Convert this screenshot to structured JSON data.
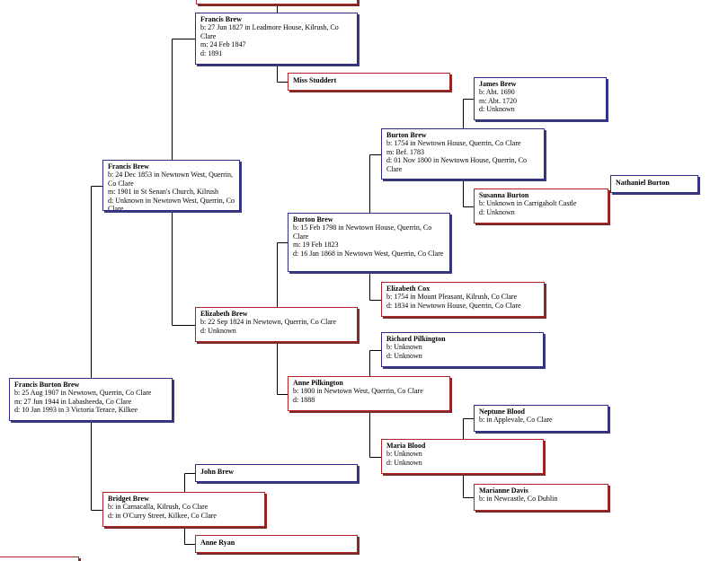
{
  "people": [
    {
      "id": "top-fragment",
      "sex": "female",
      "name": "",
      "facts": []
    },
    {
      "id": "francis-brew-1827",
      "sex": "male",
      "name": "Francis Brew",
      "facts": [
        "b: 27 Jun 1827 in Leadmore House, Kilrush, Co Clare",
        "m: 24 Feb 1847",
        "d: 1891"
      ]
    },
    {
      "id": "miss-studdert",
      "sex": "female",
      "name": "Miss Studdert",
      "facts": []
    },
    {
      "id": "james-brew",
      "sex": "male",
      "name": "James Brew",
      "facts": [
        "b: Abt. 1690",
        "m: Abt. 1720",
        "d: Unknown"
      ]
    },
    {
      "id": "burton-brew-1754",
      "sex": "male",
      "name": "Burton Brew",
      "facts": [
        "b: 1754 in Newtown House, Querrin, Co Clare",
        "m: Bef. 1783",
        "d: 01 Nov 1800 in Newtown House, Querrin, Co Clare"
      ]
    },
    {
      "id": "nathaniel-burton",
      "sex": "male",
      "name": "Nathaniel Burton",
      "facts": []
    },
    {
      "id": "susanna-burton",
      "sex": "female",
      "name": "Susanna Burton",
      "facts": [
        "b: Unknown in Carrigaholt Castle",
        "d: Unknown"
      ]
    },
    {
      "id": "francis-brew-1853",
      "sex": "male",
      "name": "Francis Brew",
      "facts": [
        "b: 24 Dec 1853 in Newtown West, Querrin, Co Clare",
        "m: 1901 in St Senan's Church, Kilrush",
        "d: Unknown in Newtown West, Querrin, Co Clare"
      ]
    },
    {
      "id": "burton-brew-1798",
      "sex": "male",
      "name": "Burton Brew",
      "facts": [
        "b: 15 Feb 1798 in Newtown House, Querrin, Co Clare",
        "m: 19 Feb 1823",
        "d: 16 Jan 1868 in Newtown West, Querrin, Co Clare"
      ]
    },
    {
      "id": "elizabeth-cox",
      "sex": "female",
      "name": "Elizabeth Cox",
      "facts": [
        "b: 1754 in Mount Pleasant, Kilrush, Co Clare",
        "d: 1834 in Newtown House, Querrin, Co Clare"
      ]
    },
    {
      "id": "elizabeth-brew",
      "sex": "female",
      "name": "Elizabeth Brew",
      "facts": [
        "b: 22 Sep 1824 in Newtown, Querrin, Co Clare",
        "d: Unknown"
      ]
    },
    {
      "id": "richard-pilkington",
      "sex": "male",
      "name": "Richard Pilkington",
      "facts": [
        "b: Unknown",
        "d: Unknown"
      ]
    },
    {
      "id": "francis-burton-brew",
      "sex": "male",
      "name": "Francis Burton Brew",
      "facts": [
        "b: 25 Aug 1907 in Newtown, Querrin, Co Clare",
        "m: 27 Jun 1944 in Labasheeda, Co Clare",
        "d: 10 Jan 1993 in 3 Victoria Terace, Kilkee"
      ]
    },
    {
      "id": "anne-pilkington",
      "sex": "female",
      "name": "Anne Pilkington",
      "facts": [
        "b: 1800 in Newtown West, Querrin, Co Clare",
        "d: 1888"
      ]
    },
    {
      "id": "neptune-blood",
      "sex": "male",
      "name": "Neptune Blood",
      "facts": [
        "b: in Applevale, Co Clare"
      ]
    },
    {
      "id": "maria-blood",
      "sex": "female",
      "name": "Maria Blood",
      "facts": [
        "b: Unknown",
        "d: Unknown"
      ]
    },
    {
      "id": "john-brew",
      "sex": "male",
      "name": "John Brew",
      "facts": []
    },
    {
      "id": "marianne-davis",
      "sex": "female",
      "name": "Marianne Davis",
      "facts": [
        "b: in Newcastle, Co Dublin"
      ]
    },
    {
      "id": "bridget-brew",
      "sex": "female",
      "name": "Bridget Brew",
      "facts": [
        "b: in Carnacalla, Kilrush, Co Clare",
        "d: in O'Curry Street, Kilkee, Co Clare"
      ]
    },
    {
      "id": "anne-ryan",
      "sex": "female",
      "name": "Anne Ryan",
      "facts": []
    },
    {
      "id": "bottom-fragment",
      "sex": "female",
      "name": "",
      "facts": []
    }
  ],
  "relations": [
    {
      "child": "francis-burton-brew",
      "father": "francis-brew-1853",
      "mother": "bridget-brew"
    },
    {
      "child": "francis-brew-1853",
      "father": "francis-brew-1827",
      "mother": "elizabeth-brew"
    },
    {
      "child": "bridget-brew",
      "father": "john-brew",
      "mother": "anne-ryan"
    },
    {
      "child": "francis-brew-1827",
      "father": "top-fragment",
      "mother": "miss-studdert"
    },
    {
      "child": "elizabeth-brew",
      "father": "burton-brew-1798",
      "mother": "anne-pilkington"
    },
    {
      "child": "burton-brew-1798",
      "father": "burton-brew-1754",
      "mother": "elizabeth-cox"
    },
    {
      "child": "burton-brew-1754",
      "father": "james-brew",
      "mother": "susanna-burton"
    },
    {
      "child": "anne-pilkington",
      "father": "richard-pilkington",
      "mother": "maria-blood"
    },
    {
      "child": "maria-blood",
      "father": "neptune-blood",
      "mother": "marianne-davis"
    },
    {
      "child": "susanna-burton",
      "father": "nathaniel-burton",
      "mother": null
    }
  ]
}
